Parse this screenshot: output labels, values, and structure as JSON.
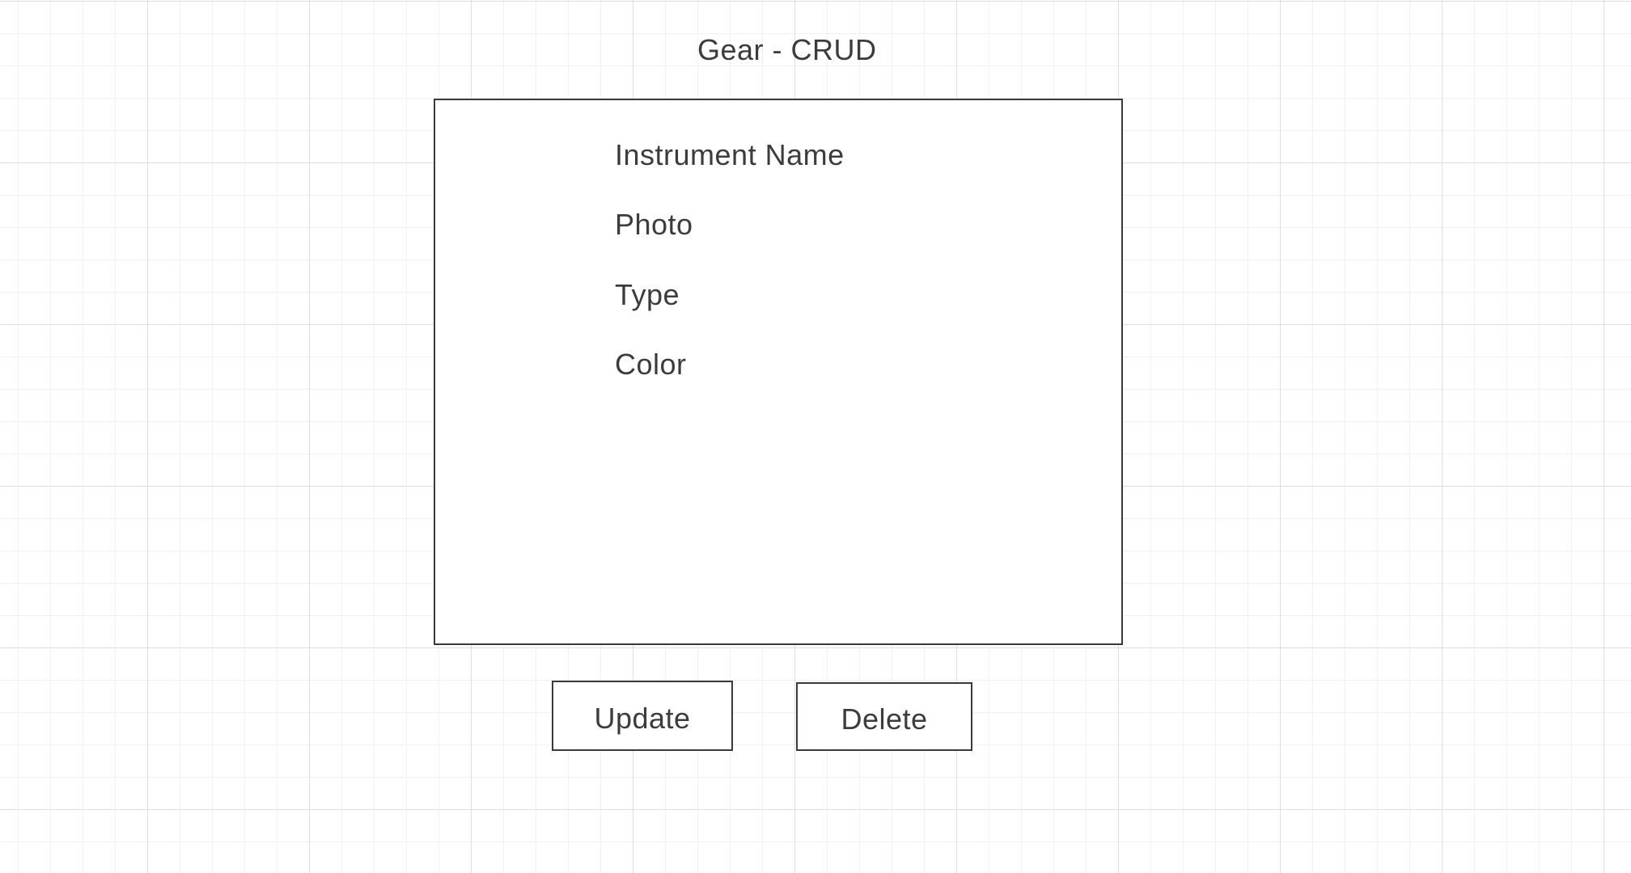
{
  "page": {
    "title": "Gear - CRUD"
  },
  "panel": {
    "fields": [
      {
        "label": "Instrument Name"
      },
      {
        "label": "Photo"
      },
      {
        "label": "Type"
      },
      {
        "label": "Color"
      }
    ]
  },
  "actions": {
    "update_label": "Update",
    "delete_label": "Delete"
  }
}
